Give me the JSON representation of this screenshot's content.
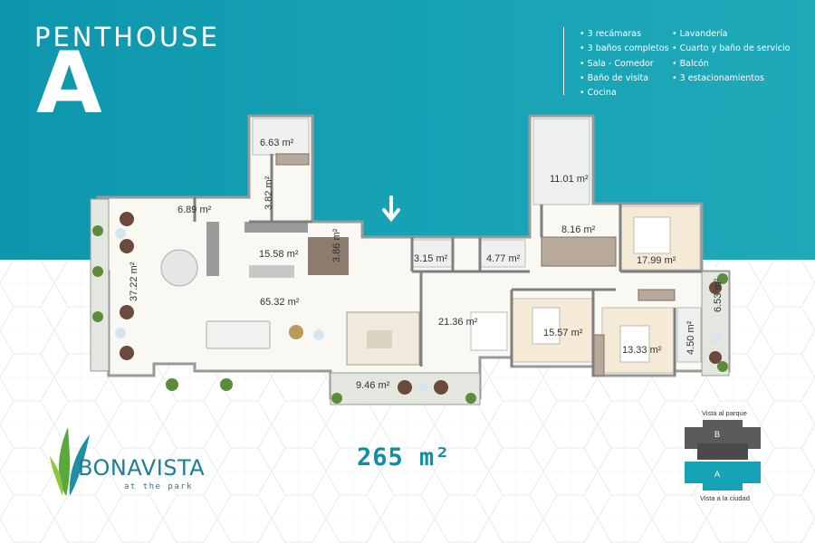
{
  "header": {
    "title_small": "PENTHOUSE",
    "title_big": "A"
  },
  "features": {
    "col1": [
      "3 recámaras",
      "3 baños completos",
      "Sala - Comedor",
      "Baño de visita",
      "Cocina"
    ],
    "col2": [
      "Lavandería",
      "Cuarto y baño de servicio",
      "Balcón",
      "3 estacionamientos"
    ]
  },
  "areas": {
    "a1": "6.63 m²",
    "a2": "3.82 m²",
    "a3": "6.89 m²",
    "a4": "15.58 m²",
    "a5": "3.86 m²",
    "a6": "37.22 m²",
    "a7": "65.32 m²",
    "a8": "9.46 m²",
    "a9": "3.15 m²",
    "a10": "4.77 m²",
    "a11": "11.01 m²",
    "a12": "8.16 m²",
    "a13": "17.99 m²",
    "a14": "21.36 m²",
    "a15": "15.57 m²",
    "a16": "13.33 m²",
    "a17": "4.50 m²",
    "a18": "6.53 m²"
  },
  "total_area": "265 m²",
  "logo": {
    "word": "BONAVISTA",
    "sub": "at the park"
  },
  "key_plan": {
    "top_label": "Vista al parque",
    "bottom_label": "Vista a la ciudad",
    "unit_b": "B",
    "unit_a": "A"
  },
  "colors": {
    "brand_teal": "#0e96ac",
    "accent": "#0f8fa3",
    "wall": "#8a8a8a",
    "floor_wood": "#f4ead6"
  }
}
